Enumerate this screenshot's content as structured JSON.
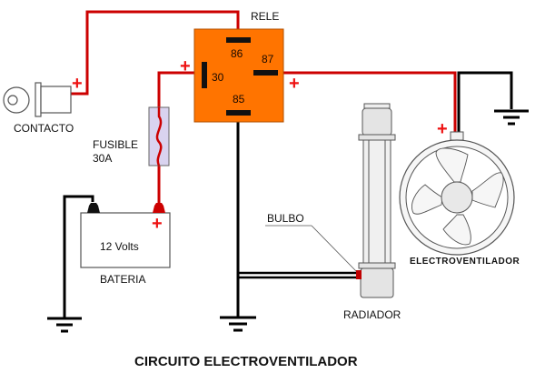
{
  "title": "CIRCUITO ELECTROVENTILADOR",
  "colors": {
    "positive_wire": "#cc0000",
    "ground_wire": "#000000",
    "relay_fill": "#ff7400",
    "fuse_fill": "#d9d3ef",
    "plus_sign": "#ee1111"
  },
  "components": {
    "relay": {
      "label": "RELE",
      "pins": {
        "p86": "86",
        "p87": "87",
        "p30": "30",
        "p85": "85"
      }
    },
    "ignition": {
      "label": "CONTACTO"
    },
    "fuse": {
      "label_line1": "FUSIBLE",
      "label_line2": "30A"
    },
    "battery": {
      "voltage": "12 Volts",
      "label": "BATERIA"
    },
    "sensor": {
      "label": "BULBO"
    },
    "radiator": {
      "label": "RADIADOR"
    },
    "fan": {
      "label": "ELECTROVENTILADOR"
    }
  },
  "symbols": {
    "plus": "+"
  }
}
